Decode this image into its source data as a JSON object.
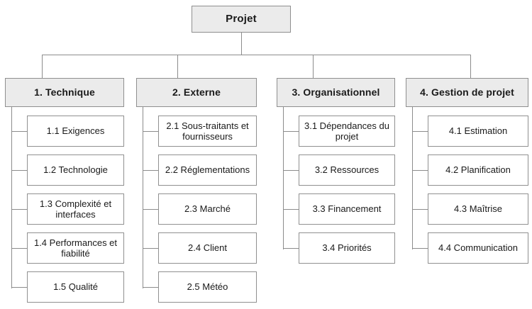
{
  "diagram": {
    "title": "Projet",
    "root": {
      "label": "Projet"
    },
    "categories": [
      {
        "label": "1. Technique",
        "items": [
          {
            "label": "1.1 Exigences"
          },
          {
            "label": "1.2 Technologie"
          },
          {
            "label": "1.3 Complexité et interfaces"
          },
          {
            "label": "1.4 Performances et fiabilité"
          },
          {
            "label": "1.5 Qualité"
          }
        ]
      },
      {
        "label": "2. Externe",
        "items": [
          {
            "label": "2.1 Sous-traitants et fournisseurs"
          },
          {
            "label": "2.2 Réglementations"
          },
          {
            "label": "2.3 Marché"
          },
          {
            "label": "2.4 Client"
          },
          {
            "label": "2.5 Météo"
          }
        ]
      },
      {
        "label": "3. Organisationnel",
        "items": [
          {
            "label": "3.1 Dépendances du projet"
          },
          {
            "label": "3.2 Ressources"
          },
          {
            "label": "3.3 Financement"
          },
          {
            "label": "3.4 Priorités"
          }
        ]
      },
      {
        "label": "4. Gestion de projet",
        "items": [
          {
            "label": "4.1 Estimation"
          },
          {
            "label": "4.2 Planification"
          },
          {
            "label": "4.3 Maîtrise"
          },
          {
            "label": "4.4 Communication"
          }
        ]
      }
    ],
    "colors": {
      "header_fill": "#ebebeb",
      "leaf_fill": "#ffffff",
      "border": "#8c8c8c",
      "text": "#1a1a1a",
      "background": "#ffffff"
    }
  }
}
